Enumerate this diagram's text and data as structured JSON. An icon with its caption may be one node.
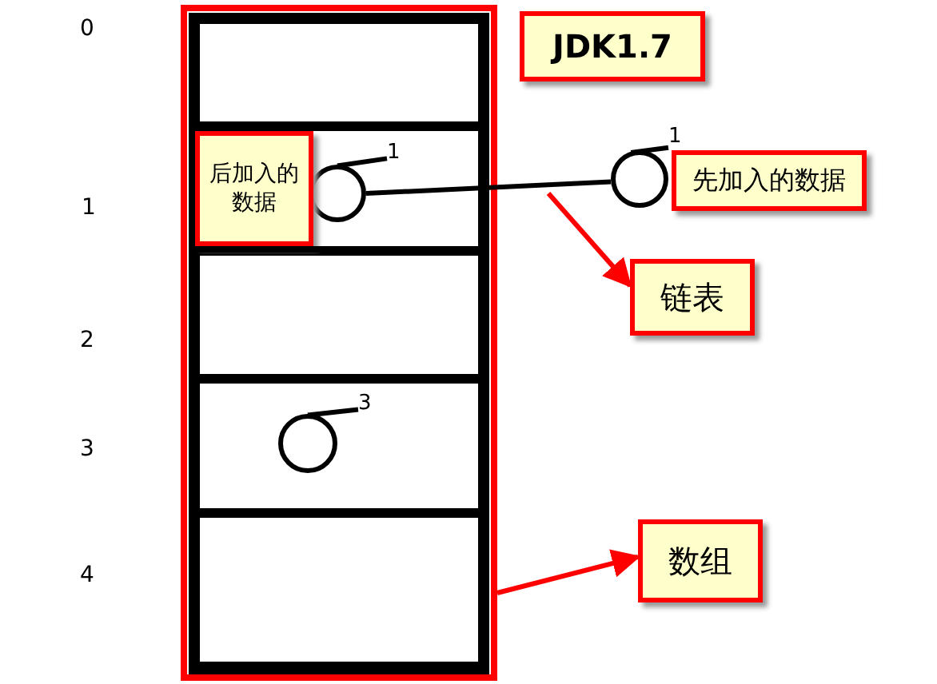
{
  "diagram": {
    "nodes": [
      {
        "text": [],
        "shape": "box"
      },
      {
        "text": [],
        "shape": "box",
        "in": 0
      },
      {
        "text": [],
        "shape": "box",
        "in": 0
      },
      {
        "text": [],
        "shape": "box",
        "in": 0
      },
      {
        "text": [],
        "shape": "box",
        "in": 0
      },
      {
        "text": [],
        "shape": "box",
        "in": 0
      },
      {
        "text": [
          "后加入的数据"
        ],
        "in": 2
      },
      {
        "text": [],
        "shape": "circle",
        "in": 2
      },
      {
        "text": [],
        "shape": "circle"
      },
      {
        "text": [
          "先加入的数据"
        ]
      },
      {
        "text": [],
        "shape": "circle",
        "in": 4
      },
      {
        "text": [
          "链表"
        ]
      },
      {
        "text": [
          "数组"
        ]
      },
      {
        "text": [
          "JDK1.7"
        ]
      },
      {
        "text": [
          "1"
        ],
        "in": 2
      },
      {
        "text": [
          "1"
        ]
      },
      {
        "text": [
          "3"
        ],
        "in": 4
      }
    ],
    "edges": [
      {
        "from": 7,
        "to": 8,
        "arrow": "none",
        "color": "#000000"
      },
      {
        "from": null,
        "to": 11,
        "arrow": "to",
        "color": "#ff0000"
      },
      {
        "from": 0,
        "to": 12,
        "arrow": "to",
        "color": "#ff0000"
      },
      {
        "from": 7,
        "to": 14,
        "arrow": "none",
        "color": "#000000"
      },
      {
        "from": 8,
        "to": 15,
        "arrow": "none",
        "color": "#000000"
      },
      {
        "from": 10,
        "to": 16,
        "arrow": "none",
        "color": "#000000"
      }
    ],
    "labels": [
      "0",
      "1",
      "2",
      "3",
      "4"
    ]
  }
}
